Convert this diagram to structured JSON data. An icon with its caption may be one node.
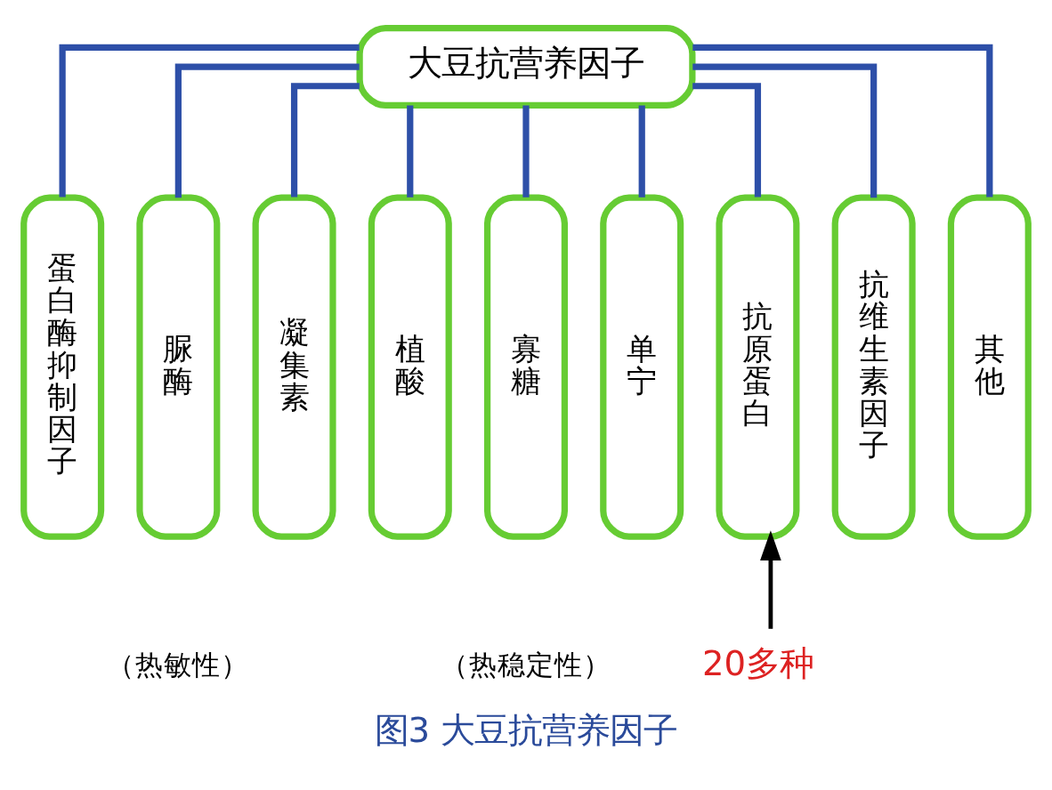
{
  "diagram": {
    "caption": "图3 大豆抗营养因子",
    "nodes": [
      {
        "text": [
          "大豆抗营养因子"
        ]
      },
      {
        "text": [
          "蛋白酶抑制因子"
        ]
      },
      {
        "text": [
          "脲酶"
        ]
      },
      {
        "text": [
          "凝集素"
        ]
      },
      {
        "text": [
          "植酸"
        ]
      },
      {
        "text": [
          "寡糖"
        ]
      },
      {
        "text": [
          "单宁"
        ]
      },
      {
        "text": [
          "抗原蛋白"
        ]
      },
      {
        "text": [
          "抗维生素因子"
        ]
      },
      {
        "text": [
          "其他"
        ]
      },
      {
        "text": [
          "20多种"
        ]
      }
    ],
    "edges": [
      {
        "from": 0,
        "to": 1,
        "arrow": "none"
      },
      {
        "from": 0,
        "to": 2,
        "arrow": "none"
      },
      {
        "from": 0,
        "to": 3,
        "arrow": "none"
      },
      {
        "from": 0,
        "to": 4,
        "arrow": "none"
      },
      {
        "from": 0,
        "to": 5,
        "arrow": "none"
      },
      {
        "from": 0,
        "to": 6,
        "arrow": "none"
      },
      {
        "from": 0,
        "to": 7,
        "arrow": "none"
      },
      {
        "from": 0,
        "to": 8,
        "arrow": "none"
      },
      {
        "from": 0,
        "to": 9,
        "arrow": "none"
      },
      {
        "from": 10,
        "to": 7,
        "arrow": "to",
        "color": "#000000"
      }
    ],
    "labels": [
      "（热敏性）",
      "（热稳定性）"
    ]
  }
}
